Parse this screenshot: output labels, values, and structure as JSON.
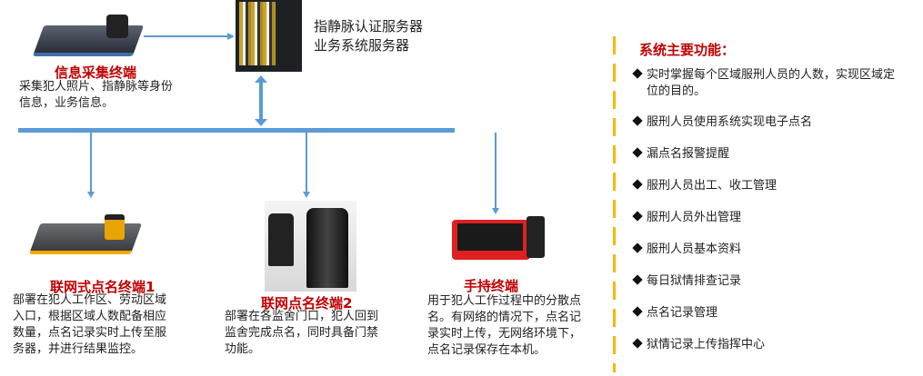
{
  "server": {
    "lines": [
      "指静脉认证服务器",
      "业务系统服务器"
    ]
  },
  "collector": {
    "title": "信息采集终端",
    "desc": [
      "采集犯人照片、指静脉等身份",
      "信息，业务信息。"
    ]
  },
  "terminals": [
    {
      "title": "联网式点名终端1",
      "desc": [
        "部署在犯人工作区、劳动区域",
        "入口，根据区域人数配备相应",
        "数量，点名记录实时上传至服",
        "务器，并进行结果监控。"
      ]
    },
    {
      "title": "联网点名终端2",
      "desc": [
        "部署在各监舍门口，犯人回到",
        "监舍完成点名，同时具备门禁",
        "功能。"
      ]
    },
    {
      "title": "手持终端",
      "desc": [
        "用于犯人工作过程中的分散点",
        "名。有网络的情况下，点名记",
        "录实时上传，无网络环境下，",
        "点名记录保存在本机。"
      ]
    }
  ],
  "features": {
    "title": "系统主要功能：",
    "items": [
      [
        "实时掌握每个区域服刑人员的人数，实现区域定",
        "位的目的。"
      ],
      [
        "服刑人员使用系统实现电子点名"
      ],
      [
        "漏点名报警提醒"
      ],
      [
        "服刑人员出工、收工管理"
      ],
      [
        "服刑人员外出管理"
      ],
      [
        "服刑人员基本资料"
      ],
      [
        "每日狱情排查记录"
      ],
      [
        "点名记录管理"
      ],
      [
        "狱情记录上传指挥中心"
      ]
    ]
  },
  "colors": {
    "accent": "#c00000",
    "line": "#5b9bd5",
    "divider": "#f5b800"
  }
}
